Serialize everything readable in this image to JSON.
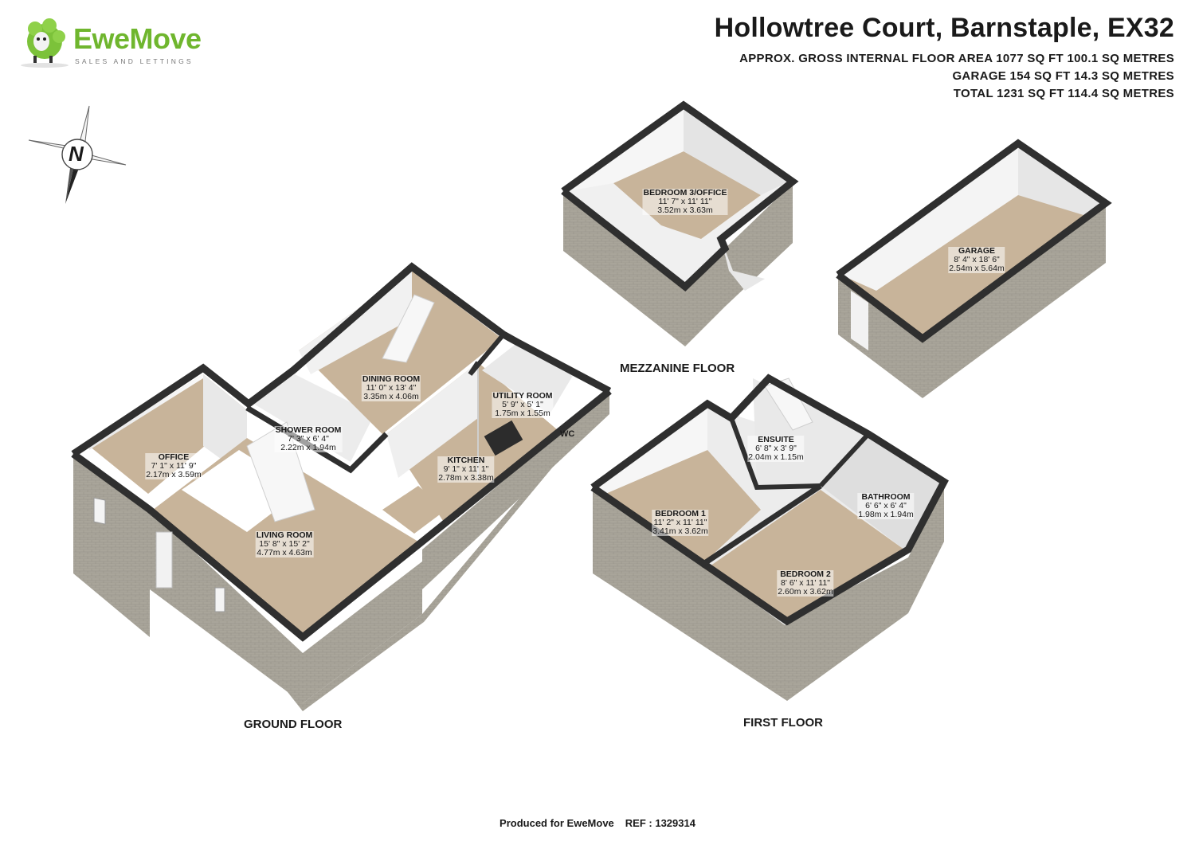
{
  "header": {
    "title": "Hollowtree Court, Barnstaple, EX32",
    "area_lines": [
      "APPROX. GROSS INTERNAL FLOOR AREA 1077 SQ FT 100.1 SQ METRES",
      "GARAGE 154 SQ FT 14.3 SQ METRES",
      "TOTAL 1231 SQ FT 114.4 SQ METRES"
    ]
  },
  "logo": {
    "brand": "EweMove",
    "tagline": "SALES AND LETTINGS",
    "brand_color": "#6fb62e"
  },
  "compass": {
    "label": "N"
  },
  "floors": {
    "ground": "GROUND FLOOR",
    "mezzanine": "MEZZANINE FLOOR",
    "first": "FIRST FLOOR"
  },
  "rooms": [
    {
      "name": "DINING ROOM",
      "imperial": "11' 0\" x 13' 4\"",
      "metric": "3.35m x 4.06m"
    },
    {
      "name": "UTILITY ROOM",
      "imperial": "5' 9\" x 5' 1\"",
      "metric": "1.75m x 1.55m"
    },
    {
      "name": "SHOWER ROOM",
      "imperial": "7' 3\" x 6' 4\"",
      "metric": "2.22m x 1.94m"
    },
    {
      "name": "OFFICE",
      "imperial": "7' 1\" x 11' 9\"",
      "metric": "2.17m x 3.59m"
    },
    {
      "name": "KITCHEN",
      "imperial": "9' 1\" x 11' 1\"",
      "metric": "2.78m x 3.38m"
    },
    {
      "name": "LIVING ROOM",
      "imperial": "15' 8\" x 15' 2\"",
      "metric": "4.77m x 4.63m"
    },
    {
      "name": "BEDROOM 3/OFFICE",
      "imperial": "11' 7\" x 11' 11\"",
      "metric": "3.52m x 3.63m"
    },
    {
      "name": "GARAGE",
      "imperial": "8' 4\" x 18' 6\"",
      "metric": "2.54m x 5.64m"
    },
    {
      "name": "ENSUITE",
      "imperial": "6' 8\" x 3' 9\"",
      "metric": "2.04m x 1.15m"
    },
    {
      "name": "BEDROOM 1",
      "imperial": "11' 2\" x 11' 11\"",
      "metric": "3.41m x 3.62m"
    },
    {
      "name": "BATHROOM",
      "imperial": "6' 6\" x 6' 4\"",
      "metric": "1.98m x 1.94m"
    },
    {
      "name": "BEDROOM 2",
      "imperial": "8' 6\" x 11' 11\"",
      "metric": "2.60m x 3.62m"
    }
  ],
  "wc_label": "WC",
  "footer": {
    "produced": "Produced for EweMove",
    "ref": "REF : 1329314"
  },
  "colors": {
    "floor": "#c8b49a",
    "wall_top": "#333333",
    "brick": "#a7a398",
    "interior_wall": "#f2f2f2"
  }
}
